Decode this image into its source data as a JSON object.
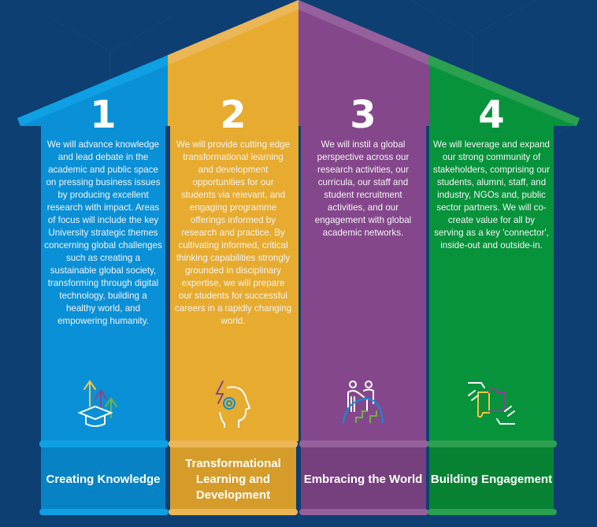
{
  "pillars": [
    {
      "number": "1",
      "description": "We will advance knowledge and lead debate in the academic and public space on pressing business issues by producing excellent research with impact. Areas of focus will include the key University strategic themes concerning global challenges such as creating a sustainable global society, transforming through digital technology, building a healthy world, and empowering humanity.",
      "icon": "graduation-cap-arrows-icon",
      "title": "Creating Knowledge",
      "color": "#0a90d6"
    },
    {
      "number": "2",
      "description": "We will provide cutting edge transformational learning and development opportunities for our students via relevant, and engaging programme offerings informed by research and practice. By cultivating informed, critical thinking capabilities strongly grounded in disciplinary expertise, we will prepare our students for successful careers in a rapidly changing world.",
      "icon": "head-gear-lightning-icon",
      "title": "Transformational Learning and Development",
      "color": "#e6ab2f"
    },
    {
      "number": "3",
      "description": "We will instil a global perspective across our research activities, our curricula, our staff and student recruitment activities, and our engagement with global academic networks.",
      "icon": "people-globe-icon",
      "title": "Embracing the World",
      "color": "#85478c"
    },
    {
      "number": "4",
      "description": "We will leverage and expand our strong community of stakeholders, comprising our students, alumni, staff, and industry, NGOs and, public sector partners. We will co-create value for all by serving as a key 'connector', inside-out and outside-in.",
      "icon": "hands-puzzle-icon",
      "title": "Building Engagement",
      "color": "#07933b"
    }
  ]
}
